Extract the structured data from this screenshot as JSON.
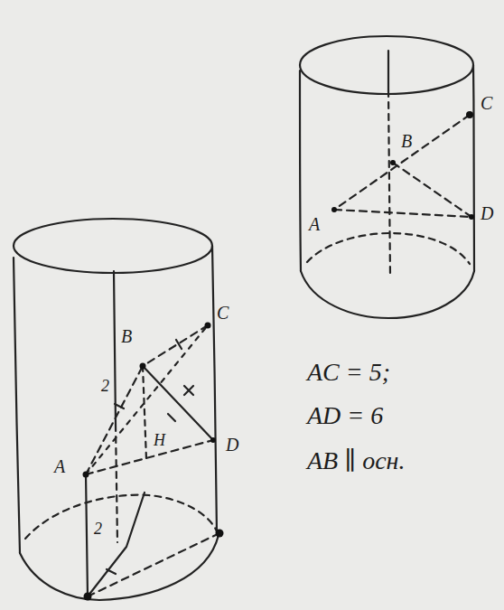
{
  "diagram": {
    "labels": [
      "C",
      "B",
      "2",
      "H",
      "A",
      "D",
      "2",
      "C",
      "B",
      "D",
      "A",
      "AC = 5;",
      "AD = 6",
      "AB ∥ осн."
    ]
  }
}
